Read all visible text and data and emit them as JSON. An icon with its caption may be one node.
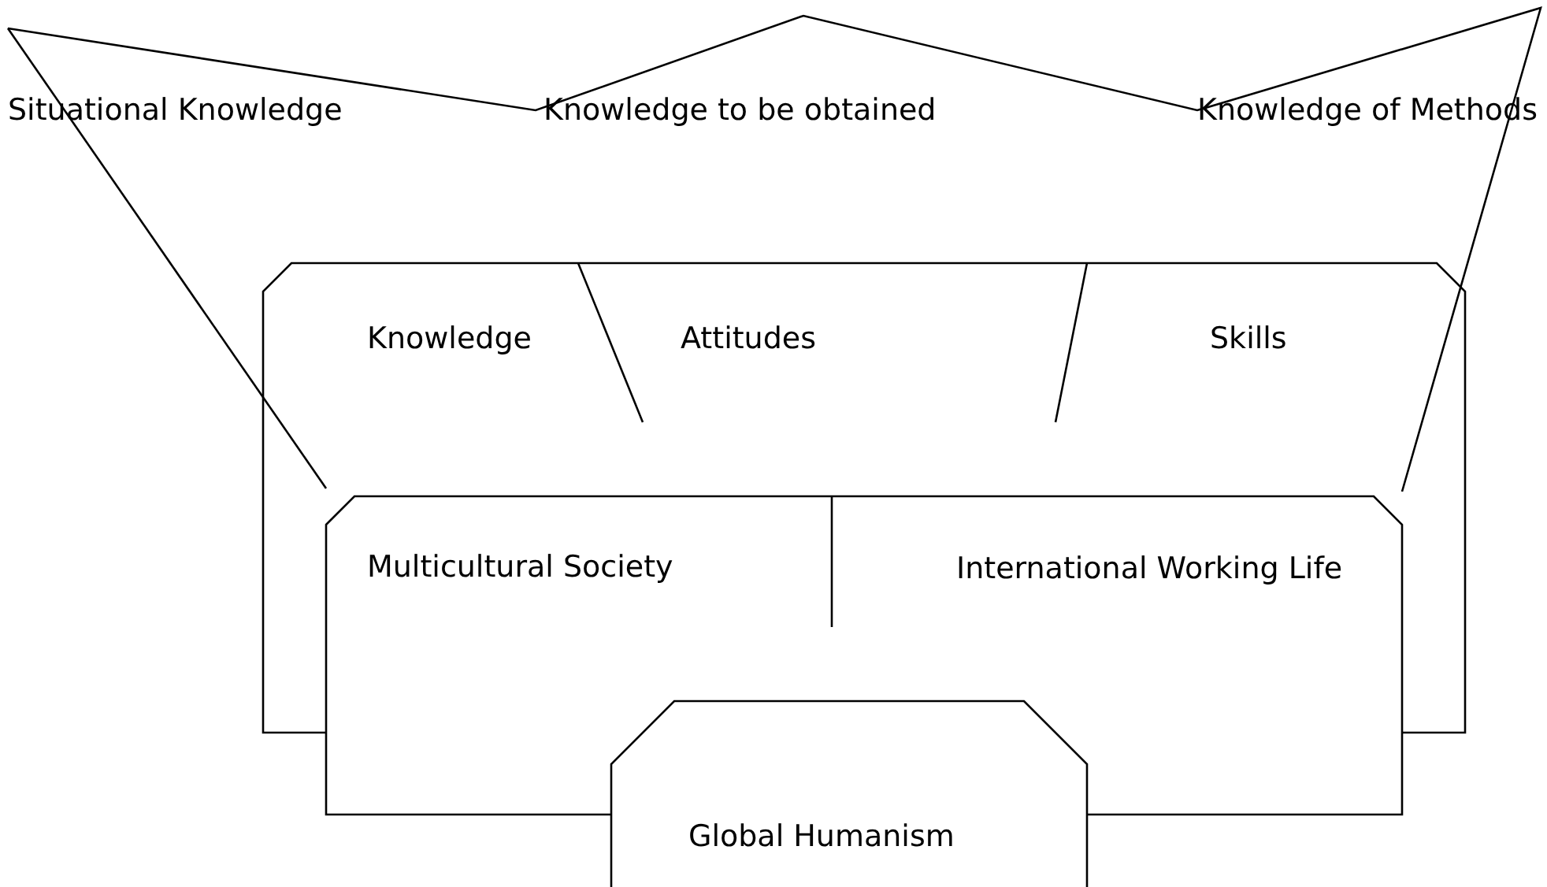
{
  "diagram": {
    "nodes": [
      {
        "text": [
          "Situational Knowledge",
          "Knowledge to be obtained",
          "Knowledge of Methods"
        ]
      },
      {
        "text": [
          "Knowledge",
          "Attitudes",
          "Skills"
        ]
      },
      {
        "text": [
          "Multicultural Society",
          "International Working Life"
        ]
      },
      {
        "text": [
          "Global Humanism"
        ]
      }
    ]
  }
}
